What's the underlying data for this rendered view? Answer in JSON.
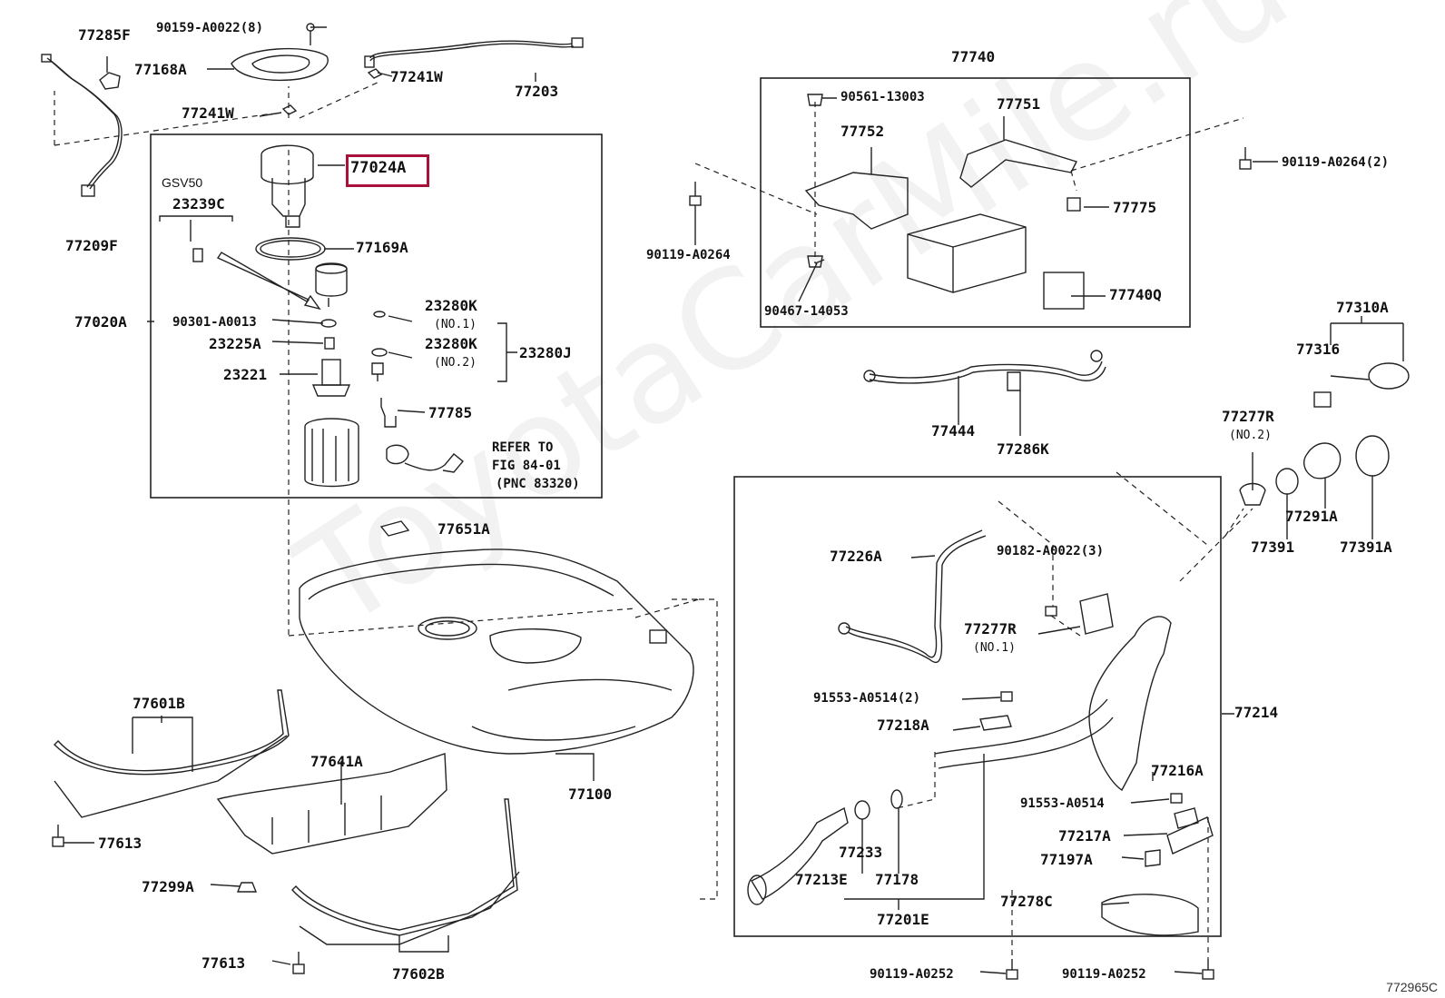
{
  "highlighted_part": "77024A",
  "watermark": "ToyotaCarMile.ru",
  "diagram_code": "772965C",
  "labels": {
    "p77285F": "77285F",
    "p90159": "90159-A0022(8)",
    "p77168A": "77168A",
    "p77241W_a": "77241W",
    "p77203": "77203",
    "p77241W_b": "77241W",
    "p77209F": "77209F",
    "p77024A": "77024A",
    "gsv50": "GSV50",
    "p23239C": "23239C",
    "p77169A": "77169A",
    "p77020A": "77020A",
    "p90301": "90301-A0013",
    "p23280K_1": "23280K",
    "no1_a": "(NO.1)",
    "p23225A": "23225A",
    "p23280K_2": "23280K",
    "no2_a": "(NO.2)",
    "p23280J": "23280J",
    "p23221": "23221",
    "p77785": "77785",
    "refer1": "REFER TO",
    "refer2": "FIG 84-01",
    "refer3": "(PNC 83320)",
    "p77651A": "77651A",
    "p77740": "77740",
    "p90561": "90561-13003",
    "p77751": "77751",
    "p77752": "77752",
    "p90119_0264a": "90119-A0264(2)",
    "p90119_0264b": "90119-A0264",
    "p77775": "77775",
    "p90467": "90467-14053",
    "p77740Q": "77740Q",
    "p77310A": "77310A",
    "p77316": "77316",
    "p77444": "77444",
    "p77286K": "77286K",
    "p77277R_2": "77277R",
    "no2_b": "(NO.2)",
    "p77291A": "77291A",
    "p77391": "77391",
    "p77391A": "77391A",
    "p77226A": "77226A",
    "p90182": "90182-A0022(3)",
    "p77277R_1": "77277R",
    "no1_b": "(NO.1)",
    "p77214": "77214",
    "p91553_2": "91553-A0514(2)",
    "p77218A": "77218A",
    "p77216A": "77216A",
    "p91553": "91553-A0514",
    "p77217A": "77217A",
    "p77197A": "77197A",
    "p77233": "77233",
    "p77178": "77178",
    "p77213E": "77213E",
    "p77201E": "77201E",
    "p77278C": "77278C",
    "p90119_0252a": "90119-A0252",
    "p90119_0252b": "90119-A0252",
    "p77601B": "77601B",
    "p77641A": "77641A",
    "p77100": "77100",
    "p77613_a": "77613",
    "p77299A": "77299A",
    "p77613_b": "77613",
    "p77602B": "77602B"
  },
  "colors": {
    "line": "#222222",
    "highlight": "#a8123a"
  }
}
